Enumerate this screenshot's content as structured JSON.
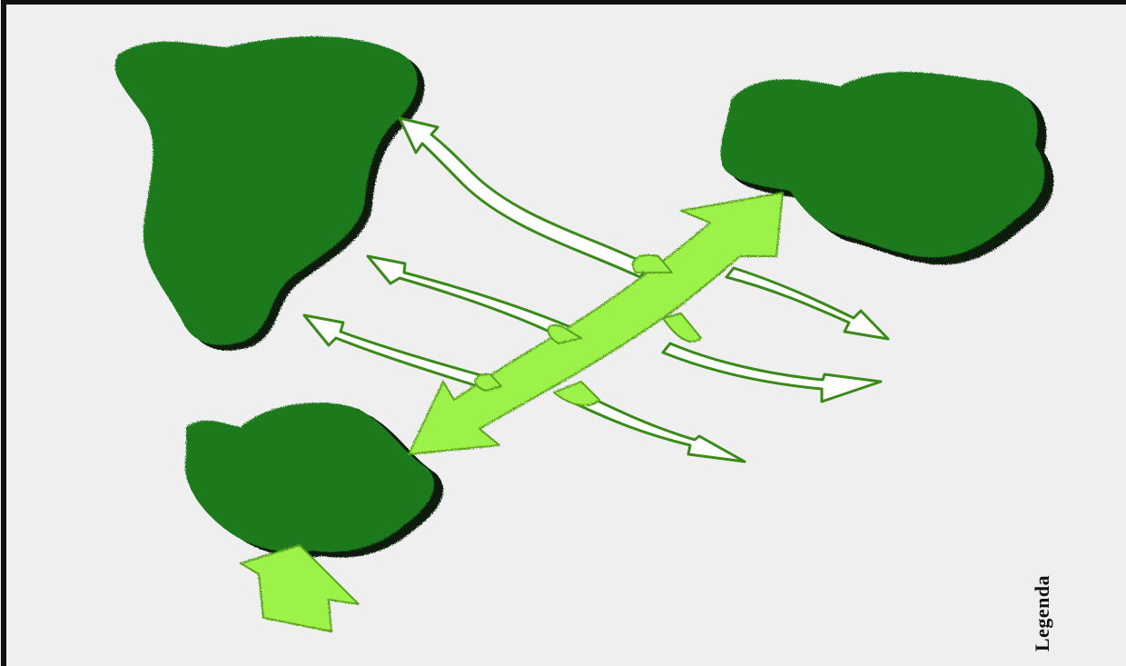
{
  "diagram": {
    "legend_label": "Legenda",
    "colors": {
      "background": "#efefef",
      "frame": "#111111",
      "patch_fill": "#1e7a1e",
      "patch_shadow": "#0d1a0d",
      "corridor_fill": "#9cf24a",
      "corridor_outline": "#5aa21c",
      "dispersal_fill": "#ffffff",
      "dispersal_outline": "#3a8a1a"
    },
    "patches": [
      "habitat-patch",
      "habitat-patch",
      "habitat-patch"
    ],
    "arrows": {
      "corridor": "double-headed-corridor-arrow",
      "inflow": "inflow-arrow",
      "dispersal_count": 6
    }
  }
}
